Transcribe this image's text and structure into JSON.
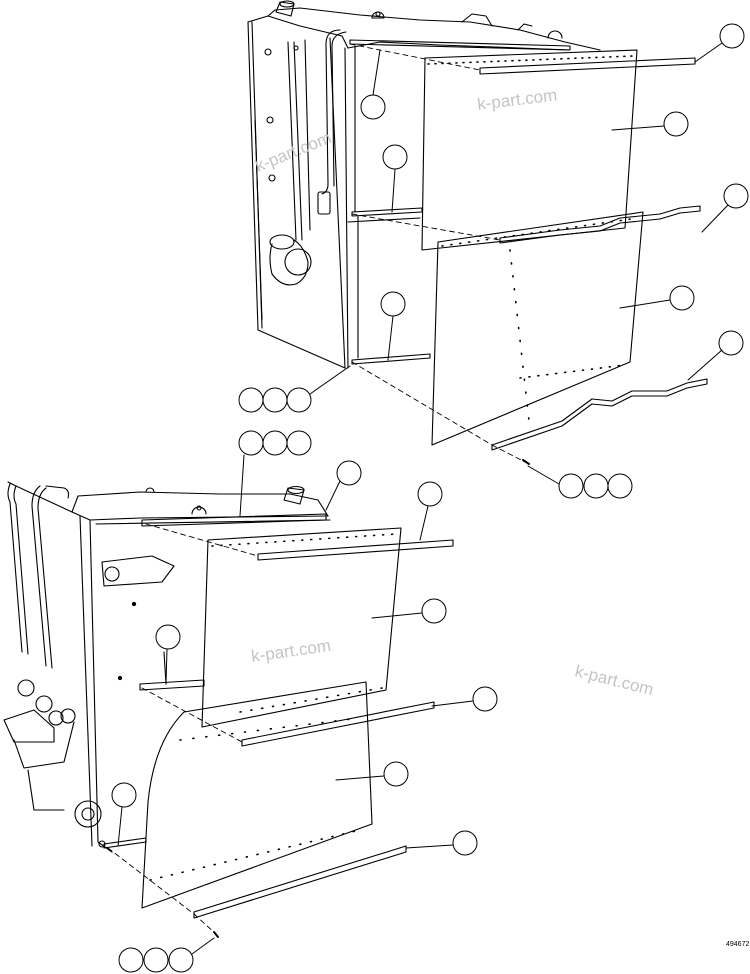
{
  "watermarks": [
    "k-part.com",
    "k-part.com",
    "k-part.com",
    "k-part.com"
  ],
  "drawing_ref": "494672",
  "colors": {
    "line": "#000000",
    "watermark": "#c4c4c4",
    "background": "#ffffff"
  }
}
